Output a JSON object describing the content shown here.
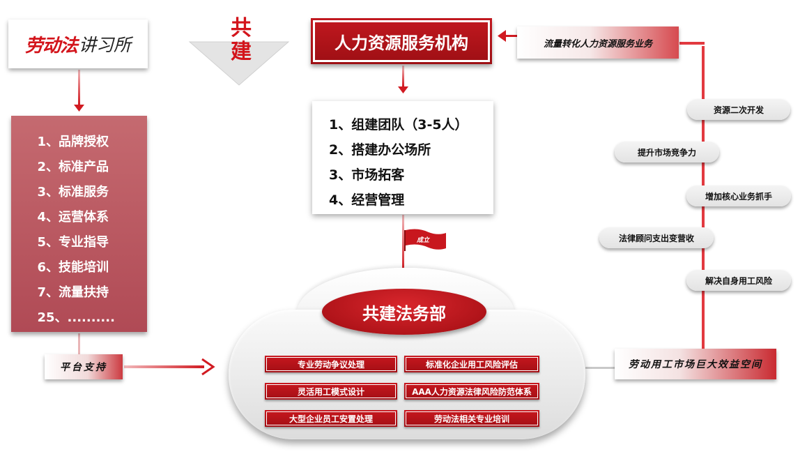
{
  "logo": {
    "part1": "劳动法",
    "part2": "讲习所"
  },
  "gongjian": {
    "char1": "共",
    "char2": "建"
  },
  "left_list": {
    "items": [
      "1、品牌授权",
      "2、标准产品",
      "3、标准服务",
      "4、运营体系",
      "5、专业指导",
      "6、技能培训",
      "7、流量扶持",
      "25、.........."
    ]
  },
  "hr_org": {
    "title": "人力资源服务机构",
    "items": [
      "1、组建团队（3-5人）",
      "2、搭建办公场所",
      "3、市场拓客",
      "4、经营管理"
    ]
  },
  "flag": {
    "label": "成立"
  },
  "top_banner": {
    "label": "流量转化人力资源服务业务"
  },
  "pills": [
    "资源二次开发",
    "提升市场竞争力",
    "增加核心业务抓手",
    "法律顾问支出变营收",
    "解决自身用工风险"
  ],
  "platform": {
    "label": "平台支持"
  },
  "market": {
    "label": "劳动用工市场巨大效益空间"
  },
  "center": {
    "title": "共建法务部",
    "services": [
      "专业劳动争议处理",
      "标准化企业用工风险评估",
      "灵活用工模式设计",
      "AAA人力资源法律风险防范体系",
      "大型企业员工安置处理",
      "劳动法相关专业培训"
    ]
  },
  "colors": {
    "accent_red": "#c2181f",
    "dark_red": "#9d0f14",
    "muted_red": "#b04a55",
    "pill_gray": "#e6e6e6"
  }
}
